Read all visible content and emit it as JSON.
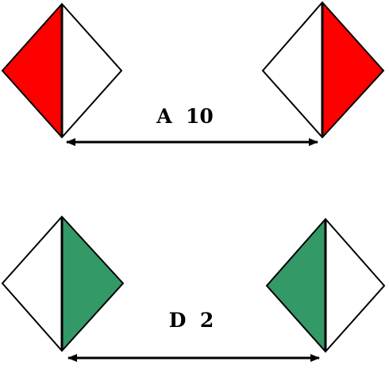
{
  "colors": {
    "red": "#ff0000",
    "green": "#339966",
    "outline": "#000000",
    "fill_white": "#ffffff"
  },
  "top_pair": {
    "label": "A  10",
    "color": "red",
    "left_mark": "half-colored-diamond",
    "right_mark": "half-colored-diamond"
  },
  "bottom_pair": {
    "label": "D  2",
    "color": "green",
    "left_mark": "half-colored-diamond",
    "right_mark": "half-colored-diamond"
  }
}
